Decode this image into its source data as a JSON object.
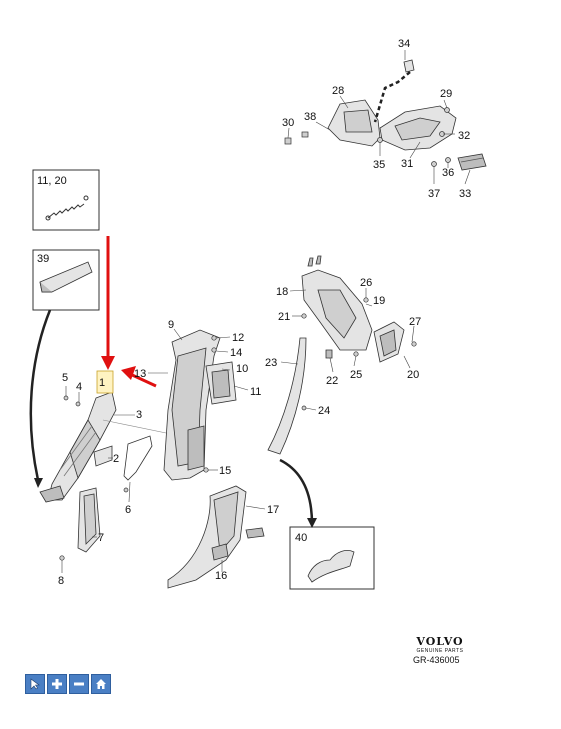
{
  "diagram": {
    "callouts": {
      "c1": "1",
      "c2": "2",
      "c3": "3",
      "c4": "4",
      "c5": "5",
      "c6": "6",
      "c7": "7",
      "c8": "8",
      "c9": "9",
      "c10": "10",
      "c11": "11",
      "c12": "12",
      "c13": "13",
      "c14": "14",
      "c15": "15",
      "c16": "16",
      "c17": "17",
      "c18": "18",
      "c19": "19",
      "c20": "20",
      "c21": "21",
      "c22": "22",
      "c23": "23",
      "c24": "24",
      "c25": "25",
      "c26": "26",
      "c27": "27",
      "c28": "28",
      "c29": "29",
      "c30": "30",
      "c31": "31",
      "c32": "32",
      "c33": "33",
      "c34": "34",
      "c35": "35",
      "c36": "36",
      "c37": "37",
      "c38": "38",
      "c39": "39",
      "c40": "40",
      "c11_20": "11, 20"
    }
  },
  "brand": {
    "name": "VOLVO",
    "tagline": "GENUINE PARTS",
    "ref_code": "GR-436005"
  },
  "toolbar": {
    "buttons": [
      "pointer-icon",
      "zoom-in-icon",
      "zoom-out-icon",
      "home-icon"
    ]
  },
  "colors": {
    "highlight_arrow": "#e01010",
    "part_line": "#333333",
    "part_fill": "#e4e4e4",
    "part_shadow": "#bdbdbd",
    "toolbar_button": "#4a7fc4",
    "highlight_box": "#fff3c2"
  }
}
